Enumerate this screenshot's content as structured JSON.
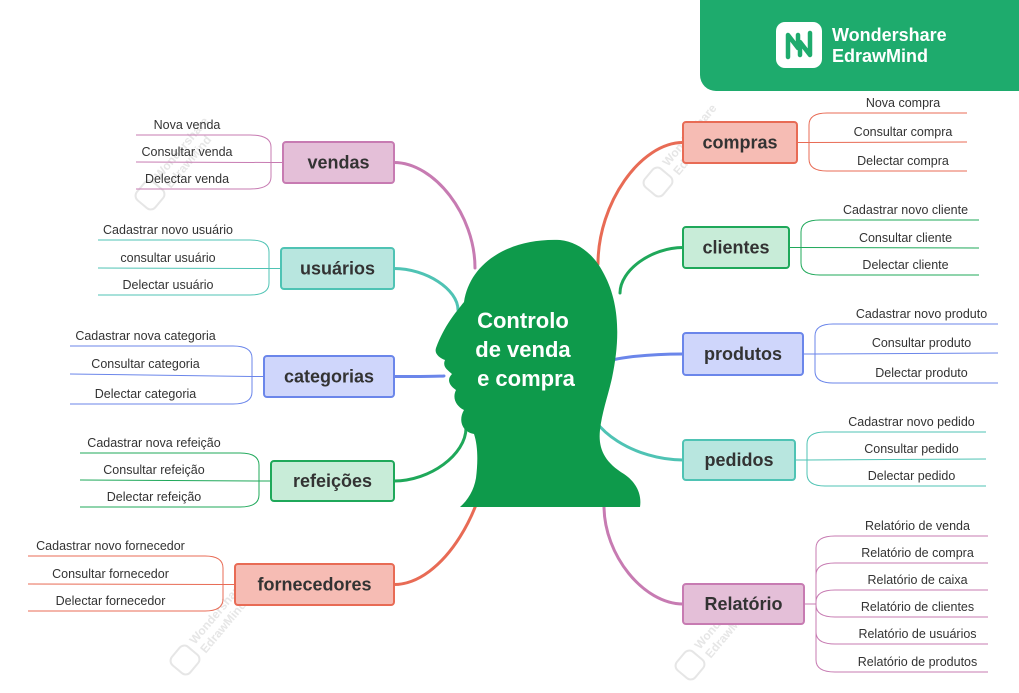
{
  "brand": {
    "line1": "Wondershare",
    "line2": "EdrawMind",
    "color": "#1eab6d"
  },
  "center": {
    "lines": [
      "Controlo",
      "de venda",
      "e compra"
    ],
    "color": "#0e9a4b"
  },
  "watermark": {
    "line1": "Wondershare",
    "line2": "EdrawMind"
  },
  "branches": [
    {
      "id": "vendas",
      "label": "vendas",
      "fill": "#e4bfd8",
      "stroke": "#c77bb2",
      "line": "#c77bb2",
      "items": [
        "Nova venda",
        "Consultar venda",
        "Delectar venda"
      ]
    },
    {
      "id": "usuarios",
      "label": "usuários",
      "fill": "#b8e6df",
      "stroke": "#4fc3b4",
      "line": "#4fc3b4",
      "items": [
        "Cadastrar novo usuário",
        "consultar usuário",
        "Delectar usuário"
      ]
    },
    {
      "id": "categorias",
      "label": "categorias",
      "fill": "#cfd6fb",
      "stroke": "#6b86ea",
      "line": "#6b86ea",
      "items": [
        "Cadastrar nova categoria",
        "Consultar categoria",
        "Delectar categoria"
      ]
    },
    {
      "id": "refeicoes",
      "label": "refeições",
      "fill": "#c8ecd8",
      "stroke": "#1fa85a",
      "line": "#1fa85a",
      "items": [
        "Cadastrar nova refeição",
        "Consultar refeição",
        "Delectar refeição"
      ]
    },
    {
      "id": "fornecedores",
      "label": "fornecedores",
      "fill": "#f6bcb4",
      "stroke": "#e86b55",
      "line": "#e86b55",
      "items": [
        "Cadastrar novo fornecedor",
        "Consultar fornecedor",
        "Delectar fornecedor"
      ]
    },
    {
      "id": "compras",
      "label": "compras",
      "fill": "#f6bcb4",
      "stroke": "#e86b55",
      "line": "#e86b55",
      "items": [
        "Nova compra",
        "Consultar compra",
        "Delectar compra"
      ]
    },
    {
      "id": "clientes",
      "label": "clientes",
      "fill": "#c8ecd8",
      "stroke": "#1fa85a",
      "line": "#1fa85a",
      "items": [
        "Cadastrar novo cliente",
        "Consultar cliente",
        "Delectar cliente"
      ]
    },
    {
      "id": "produtos",
      "label": "produtos",
      "fill": "#cfd6fb",
      "stroke": "#6b86ea",
      "line": "#6b86ea",
      "items": [
        "Cadastrar novo produto",
        "Consultar produto",
        "Delectar produto"
      ]
    },
    {
      "id": "pedidos",
      "label": "pedidos",
      "fill": "#b8e6df",
      "stroke": "#4fc3b4",
      "line": "#4fc3b4",
      "items": [
        "Cadastrar novo pedido",
        "Consultar pedido",
        "Delectar pedido"
      ]
    },
    {
      "id": "relatorio",
      "label": "Relatório",
      "fill": "#e4bfd8",
      "stroke": "#c77bb2",
      "line": "#c77bb2",
      "items": [
        "Relatório de venda",
        "Relatório de compra",
        "Relatório de caixa",
        "Relatório de clientes",
        "Relatório de usuários",
        "Relatório de produtos"
      ]
    }
  ]
}
